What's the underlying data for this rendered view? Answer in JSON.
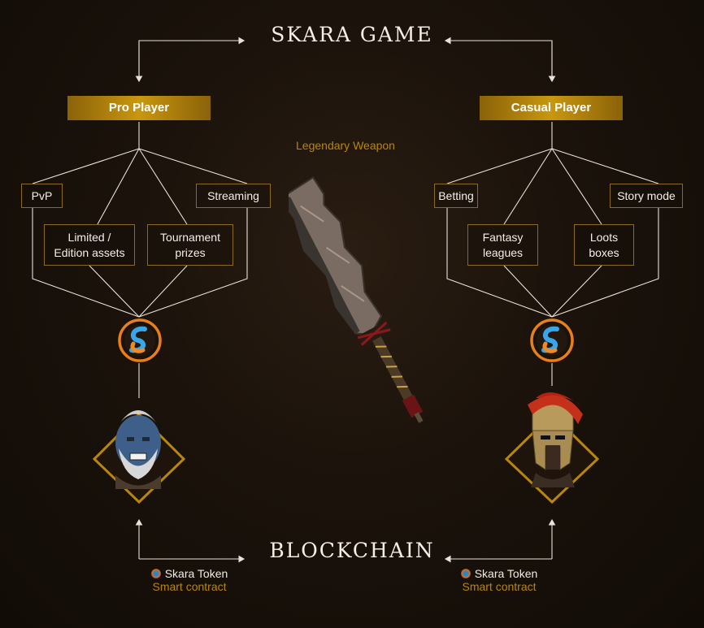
{
  "top_title": "SKARA GAME",
  "bottom_title": "BLOCKCHAIN",
  "weapon_label": "Legendary Weapon",
  "pro": {
    "title": "Pro Player",
    "items": [
      "PvP",
      "Streaming",
      "Limited /\nEdition assets",
      "Tournament\nprizes"
    ]
  },
  "casual": {
    "title": "Casual Player",
    "items": [
      "Betting",
      "Story mode",
      "Fantasy\nleagues",
      "Loots\nboxes"
    ]
  },
  "legend_left": {
    "token": "Skara Token",
    "contract": "Smart contract"
  },
  "legend_right": {
    "token": "Skara Token",
    "contract": "Smart contract"
  },
  "colors": {
    "gold": "#b8860b",
    "line": "#e9e2d8",
    "accent_orange": "#e8801a",
    "accent_blue": "#2e8fd6"
  },
  "icons": [
    "skara-token-icon",
    "dwarf-avatar-icon",
    "spartan-avatar-icon",
    "legendary-sword-icon"
  ]
}
